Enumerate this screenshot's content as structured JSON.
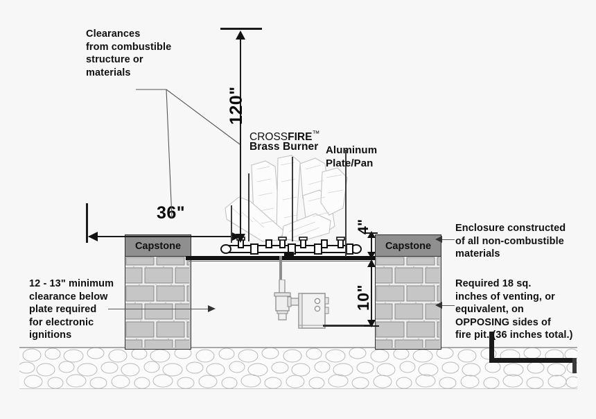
{
  "diagram": {
    "title": "Fire pit enclosure clearance diagram",
    "colors": {
      "ink": "#111111",
      "capstone_fill": "#8f8f8f",
      "brick_fill": "#c6c6c6",
      "gas_line": "#4a4a4a",
      "background": "#f7f7f7"
    }
  },
  "annotations": {
    "clearances": "Clearances\nfrom combustible\nstructure or\nmaterials",
    "electronic_ignition": "12 - 13\" minimum\nclearance below\nplate required\nfor electronic\nignitions",
    "enclosure": "Enclosure constructed\nof all non-combustible\nmaterials",
    "venting": "Required 18 sq.\ninches of venting, or\nequivalent, on\nOPPOSING sides of\nfire pit. (36 inches total.)",
    "aluminum_plate": "Aluminum\nPlate/Pan"
  },
  "burner": {
    "brand_prefix": "CROSS",
    "brand_bold": "FIRE",
    "brand_tm": "™",
    "subtitle": "Brass Burner"
  },
  "dimensions": {
    "vertical_top": "120\"",
    "horizontal": "36\"",
    "plate_to_cap": "4\"",
    "below_plate": "10\""
  },
  "columns": {
    "left": {
      "capstone_label": "Capstone"
    },
    "right": {
      "capstone_label": "Capstone"
    }
  }
}
